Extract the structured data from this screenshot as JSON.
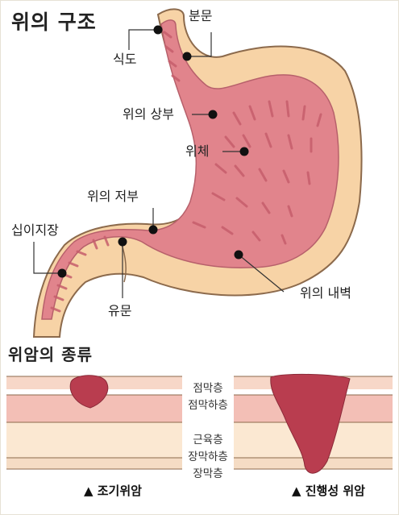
{
  "title": "위의 구조",
  "labels": {
    "cardia": "분문",
    "esophagus": "식도",
    "upper_stomach": "위의 상부",
    "stomach_body": "위체",
    "fundus_lower": "위의 저부",
    "duodenum": "십이지장",
    "pylorus": "유문",
    "inner_wall": "위의 내벽"
  },
  "types_title": "위암의 종류",
  "layers": [
    "점막층",
    "점막하층",
    "근육층",
    "장막하층",
    "장막층"
  ],
  "captions": {
    "early": "▲ 조기위암",
    "advanced": "▲ 진행성 위암"
  },
  "colors": {
    "outer_wall": "#f7d3a6",
    "inner_lining": "#e1848c",
    "fold_stripes": "#c65e6c",
    "tumor": "#b93d4f",
    "mucosa_band": "#f3bfb6",
    "submucosa_band": "#f5dcc4",
    "outline": "#8c6a4c"
  }
}
